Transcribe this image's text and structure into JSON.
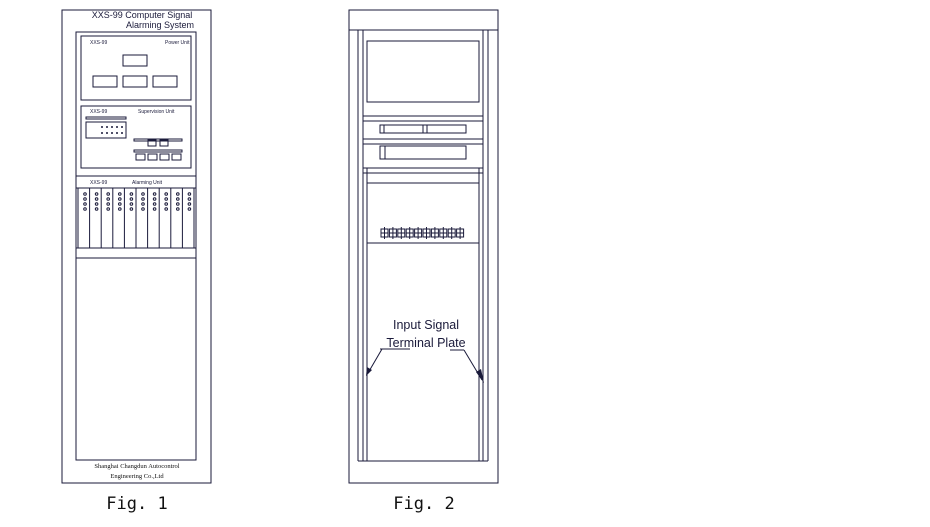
{
  "fig1": {
    "title_line1": "XXS-99 Computer Signal",
    "title_line2": "Alarming System",
    "power_unit": {
      "model": "XXS-99",
      "label": "Power Unit"
    },
    "supervision_unit": {
      "model": "XXS-99",
      "label": "Supervision Unit"
    },
    "alarming_unit": {
      "model": "XXS-99",
      "label": "Alarming Unit"
    },
    "footer_line1": "Shanghai Changdun Autocontrol",
    "footer_line2": "Engineering Co.,Ltd",
    "caption": "Fig. 1"
  },
  "fig2": {
    "annotation_line1": "Input Signal",
    "annotation_line2": "Terminal Plate",
    "caption": "Fig. 2"
  }
}
